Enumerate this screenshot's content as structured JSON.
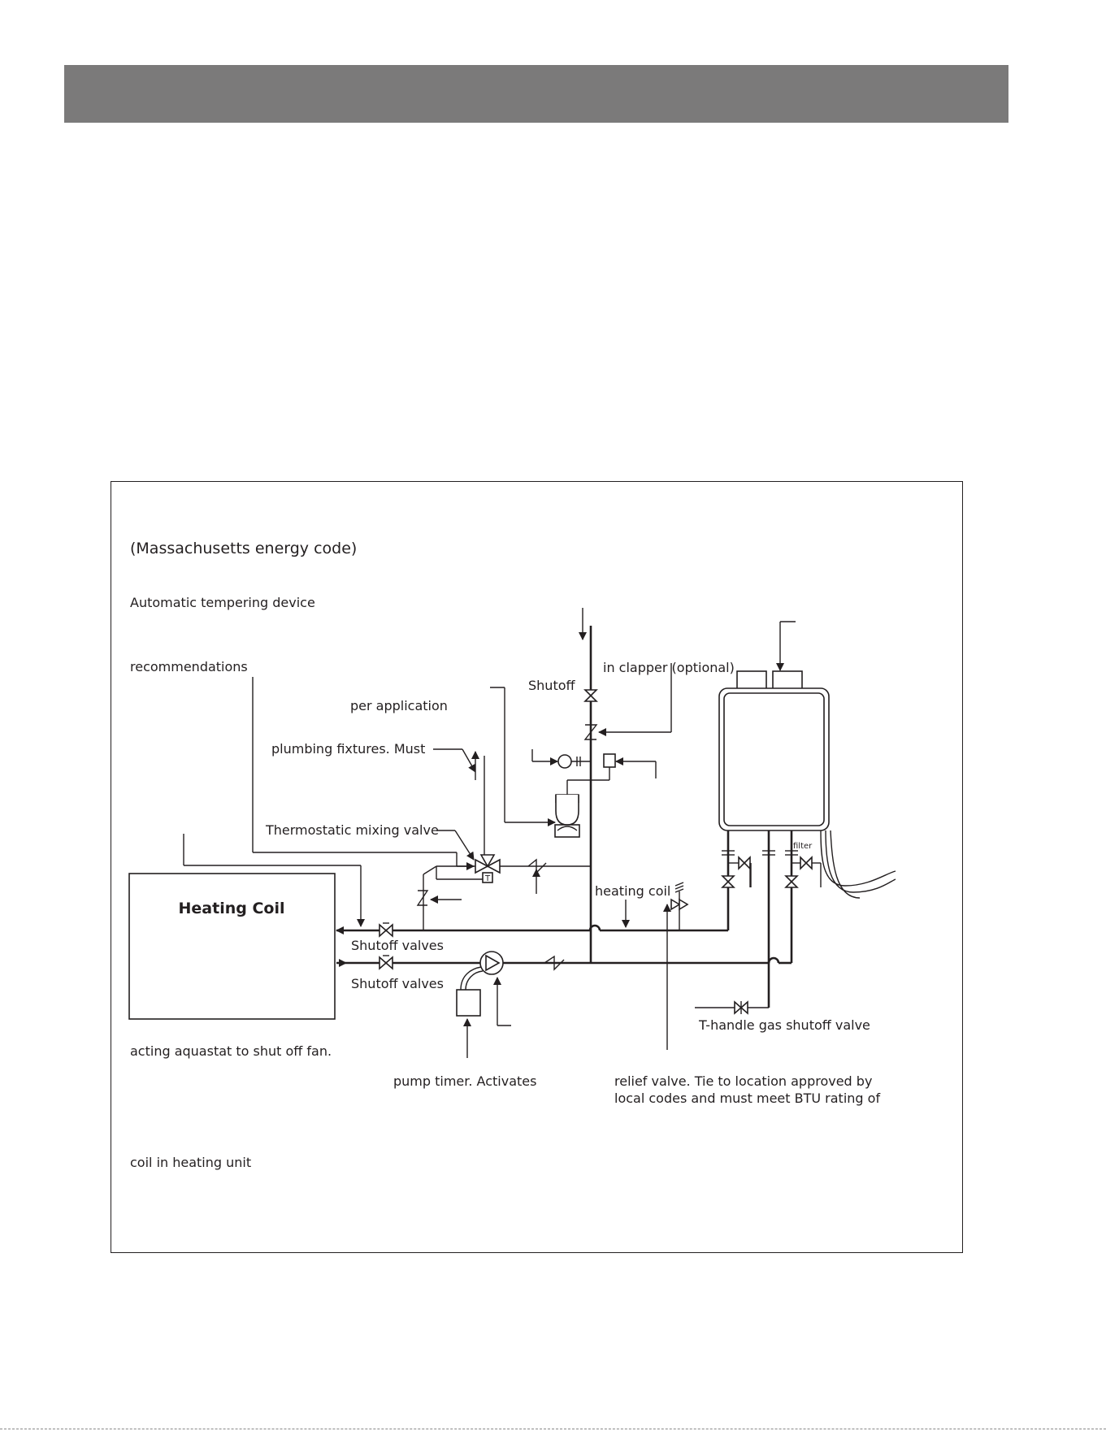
{
  "header": {
    "bar_color": "#7b7a7a"
  },
  "diagram": {
    "title_note": "(Massachusetts energy code)",
    "labels": {
      "automatic_tempering_device": "Automatic tempering device",
      "recommendations": "recommendations",
      "per_application": "per application",
      "plumbing_fixtures_must": "plumbing fixtures.  Must",
      "thermostatic_mixing_valve": "Thermostatic mixing valve",
      "heating_coil_box": "Heating Coil",
      "shutoff_valves_upper": "Shutoff valves",
      "shutoff_valves_lower": "Shutoff valves",
      "acting_aquastat": "acting aquastat to shut off fan.",
      "pump_timer": "pump timer.  Activates",
      "coil_in_heating_unit": "coil in heating unit",
      "shutoff": "Shutoff",
      "in_clapper": "in clapper (optional)",
      "heating_coil_line": "heating coil",
      "t_handle_gas": "T-handle gas shutoff valve",
      "relief_valve_1": "relief valve. Tie to location approved by",
      "relief_valve_2": "local codes and must meet BTU rating of",
      "filter": "filter"
    }
  }
}
